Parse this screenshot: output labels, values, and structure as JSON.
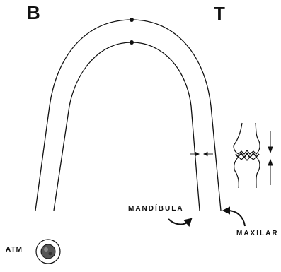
{
  "labels": {
    "b": "B",
    "t": "T",
    "mandibula": "MANDÍBULA",
    "maxilar": "MAXILAR",
    "atm": "ATM"
  },
  "colors": {
    "ink": "#111111",
    "background": "#ffffff",
    "condyle": "#555555"
  }
}
